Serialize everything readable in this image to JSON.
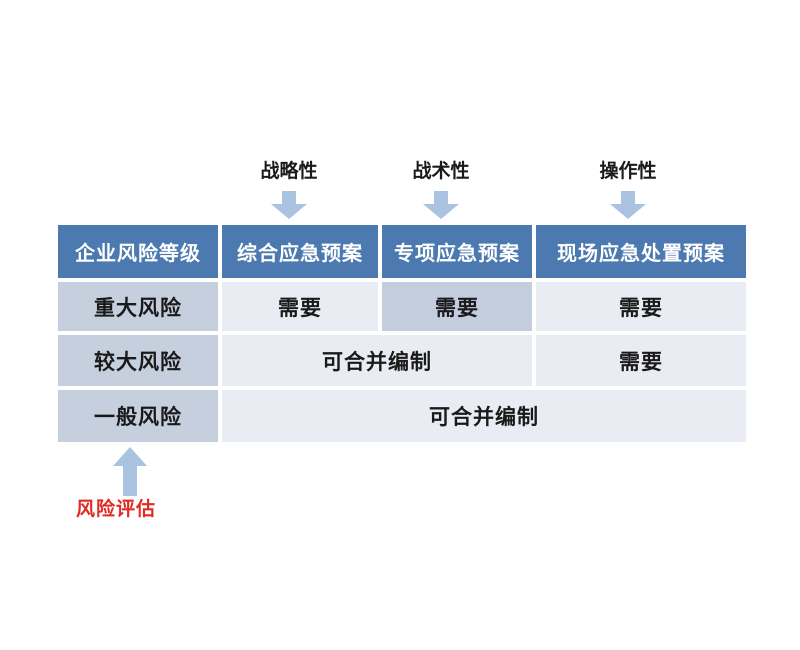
{
  "top_labels": [
    {
      "text": "战略性"
    },
    {
      "text": "战术性"
    },
    {
      "text": "操作性"
    }
  ],
  "table": {
    "headers": [
      "企业风险等级",
      "综合应急预案",
      "专项应急预案",
      "现场应急处置预案"
    ],
    "rows": [
      {
        "level": "重大风险",
        "cells": [
          "需要",
          "需要",
          "需要"
        ]
      },
      {
        "level": "较大风险",
        "cells": [
          "可合并编制",
          "需要"
        ]
      },
      {
        "level": "一般风险",
        "cells": [
          "可合并编制"
        ]
      }
    ]
  },
  "annotation": {
    "label": "风险评估"
  },
  "colors": {
    "header_bg": "#4c79b0",
    "level_bg": "#c5cfde",
    "cell_bg": "#e9ecf2",
    "highlight_bg": "#c3cddd",
    "arrow_fill": "#a9c3e0",
    "annotation_red": "#e02a22",
    "header_text": "#ffffff",
    "body_text": "#1a1a1a"
  }
}
